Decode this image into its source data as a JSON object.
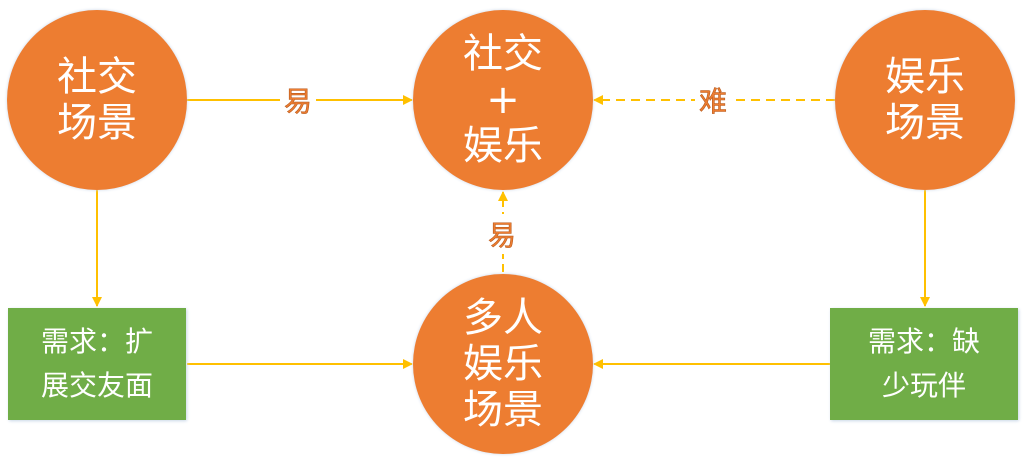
{
  "nodes": {
    "social": {
      "lines": [
        "社交",
        "场景"
      ]
    },
    "combo": {
      "lines": [
        "社交",
        "+",
        "娱乐"
      ]
    },
    "entertainment": {
      "lines": [
        "娱乐",
        "场景"
      ]
    },
    "multiplayer": {
      "lines": [
        "多人",
        "娱乐",
        "场景"
      ]
    },
    "need_left": {
      "lines": [
        "需求：扩",
        "展交友面"
      ]
    },
    "need_right": {
      "lines": [
        "需求：缺",
        "少玩伴"
      ]
    }
  },
  "edges": {
    "social_to_combo": "易",
    "entertainment_to_combo": "难",
    "multiplayer_to_combo": "易"
  },
  "colors": {
    "node": "#ED7D31",
    "box": "#70AD47",
    "arrow": "#FFC000"
  }
}
